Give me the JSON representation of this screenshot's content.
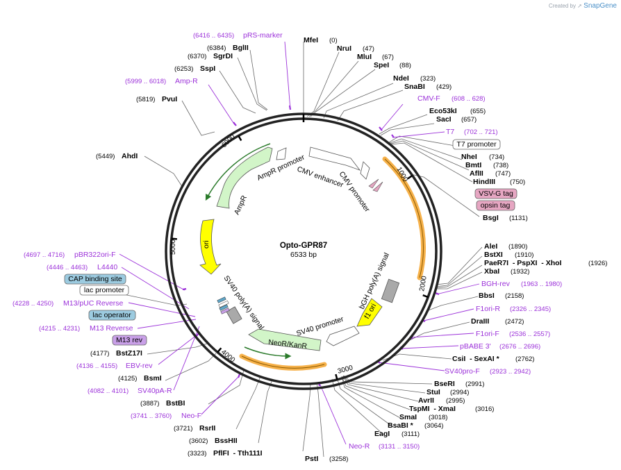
{
  "watermark": {
    "prefix": "Created by",
    "brand": "SnapGene"
  },
  "plasmid": {
    "name": "Opto-GPR87",
    "size_label": "6533 bp",
    "length": 6533
  },
  "ruler": [
    {
      "pos": 1000,
      "label": "1000"
    },
    {
      "pos": 2000,
      "label": "2000"
    },
    {
      "pos": 3000,
      "label": "3000"
    },
    {
      "pos": 4000,
      "label": "4000"
    },
    {
      "pos": 5000,
      "label": "5000"
    },
    {
      "pos": 6000,
      "label": "6000"
    }
  ],
  "sites": [
    {
      "name": "MfeI",
      "pos": "(0)"
    },
    {
      "name": "NruI",
      "pos": "(47)"
    },
    {
      "name": "MluI",
      "pos": "(67)"
    },
    {
      "name": "SpeI",
      "pos": "(88)"
    },
    {
      "name": "NdeI",
      "pos": "(323)"
    },
    {
      "name": "SnaBI",
      "pos": "(429)"
    },
    {
      "name": "Eco53kI",
      "pos": "(655)"
    },
    {
      "name": "SacI",
      "pos": "(657)"
    },
    {
      "name": "NheI",
      "pos": "(734)"
    },
    {
      "name": "BmtI",
      "pos": "(738)"
    },
    {
      "name": "AflII",
      "pos": "(747)"
    },
    {
      "name": "HindIII",
      "pos": "(750)"
    },
    {
      "name": "BsgI",
      "pos": "(1131)"
    },
    {
      "name": "AleI",
      "pos": "(1890)"
    },
    {
      "name": "BstXI",
      "pos": "(1910)"
    },
    {
      "name": "PaeR7I  - PspXI  - XhoI",
      "pos": "(1926)"
    },
    {
      "name": "XbaI",
      "pos": "(1932)"
    },
    {
      "name": "BbsI",
      "pos": "(2158)"
    },
    {
      "name": "DraIII",
      "pos": "(2472)"
    },
    {
      "name": "CsiI  - SexAI *",
      "pos": "(2762)"
    },
    {
      "name": "BseRI",
      "pos": "(2991)"
    },
    {
      "name": "StuI",
      "pos": "(2994)"
    },
    {
      "name": "AvrII",
      "pos": "(2995)"
    },
    {
      "name": "TspMI  - XmaI",
      "pos": "(3016)"
    },
    {
      "name": "SmaI",
      "pos": "(3018)"
    },
    {
      "name": "BsaBI *",
      "pos": "(3064)"
    },
    {
      "name": "EagI",
      "pos": "(3111)"
    },
    {
      "name": "PstI",
      "pos": "(3258)"
    },
    {
      "name": "PflFI  - Tth111I",
      "pos": "(3323)"
    },
    {
      "name": "BssHII",
      "pos": "(3602)"
    },
    {
      "name": "RsrII",
      "pos": "(3721)"
    },
    {
      "name": "BstBI",
      "pos": "(3887)"
    },
    {
      "name": "BsmI",
      "pos": "(4125)"
    },
    {
      "name": "BstZ17I",
      "pos": "(4177)"
    },
    {
      "name": "AhdI",
      "pos": "(5449)"
    },
    {
      "name": "PvuI",
      "pos": "(5819)"
    },
    {
      "name": "SspI",
      "pos": "(6253)"
    },
    {
      "name": "SgrDI",
      "pos": "(6370)"
    },
    {
      "name": "BglII",
      "pos": "(6384)"
    }
  ],
  "primers": [
    {
      "name": "pRS-marker",
      "range": "(6416 .. 6435)"
    },
    {
      "name": "Amp-R",
      "range": "(5999 .. 6018)"
    },
    {
      "name": "CMV-F",
      "range": "(608 .. 628)"
    },
    {
      "name": "T7",
      "range": "(702 .. 721)"
    },
    {
      "name": "BGH-rev",
      "range": "(1963 .. 1980)"
    },
    {
      "name": "F1ori-R",
      "range": "(2326 .. 2345)"
    },
    {
      "name": "F1ori-F",
      "range": "(2536 .. 2557)"
    },
    {
      "name": "pBABE 3'",
      "range": "(2676 .. 2696)"
    },
    {
      "name": "SV40pro-F",
      "range": "(2923 .. 2942)"
    },
    {
      "name": "Neo-R",
      "range": "(3131 .. 3150)"
    },
    {
      "name": "Neo-F",
      "range": "(3741 .. 3760)"
    },
    {
      "name": "SV40pA-R",
      "range": "(4082 .. 4101)"
    },
    {
      "name": "EBV-rev",
      "range": "(4136 .. 4155)"
    },
    {
      "name": "M13 Reverse",
      "range": "(4215 .. 4231)"
    },
    {
      "name": "M13/pUC Reverse",
      "range": "(4228 .. 4250)"
    },
    {
      "name": "L4440",
      "range": "(4446 .. 4463)"
    },
    {
      "name": "pBR322ori-F",
      "range": "(4697 .. 4716)"
    }
  ],
  "boxed_labels": [
    {
      "text": "T7 promoter",
      "style": "white"
    },
    {
      "text": "VSV-G tag",
      "style": "pink"
    },
    {
      "text": "opsin tag",
      "style": "pink"
    },
    {
      "text": "CAP binding site",
      "style": "blue"
    },
    {
      "text": "lac promoter",
      "style": "white"
    },
    {
      "text": "lac operator",
      "style": "blue"
    },
    {
      "text": "M13 rev",
      "style": "purple"
    }
  ],
  "features": [
    {
      "text": "CMV enhancer"
    },
    {
      "text": "CMV promoter"
    },
    {
      "text": "AmpR promoter"
    },
    {
      "text": "AmpR"
    },
    {
      "text": "ori"
    },
    {
      "text": "SV40 poly(A) signal"
    },
    {
      "text": "bGH poly(A) signal"
    },
    {
      "text": "f1 ori"
    },
    {
      "text": "SV40 promoter"
    },
    {
      "text": "NeoR/KanR"
    }
  ],
  "colors": {
    "backbone": "#222222",
    "site_line": "#666666",
    "primer": "#9b30d9",
    "orf": "#f6b14a",
    "ampr": "#d2f5c8",
    "ori": "#ffff00",
    "promoter": "#ffffff",
    "polyA": "#a9a9a9"
  }
}
